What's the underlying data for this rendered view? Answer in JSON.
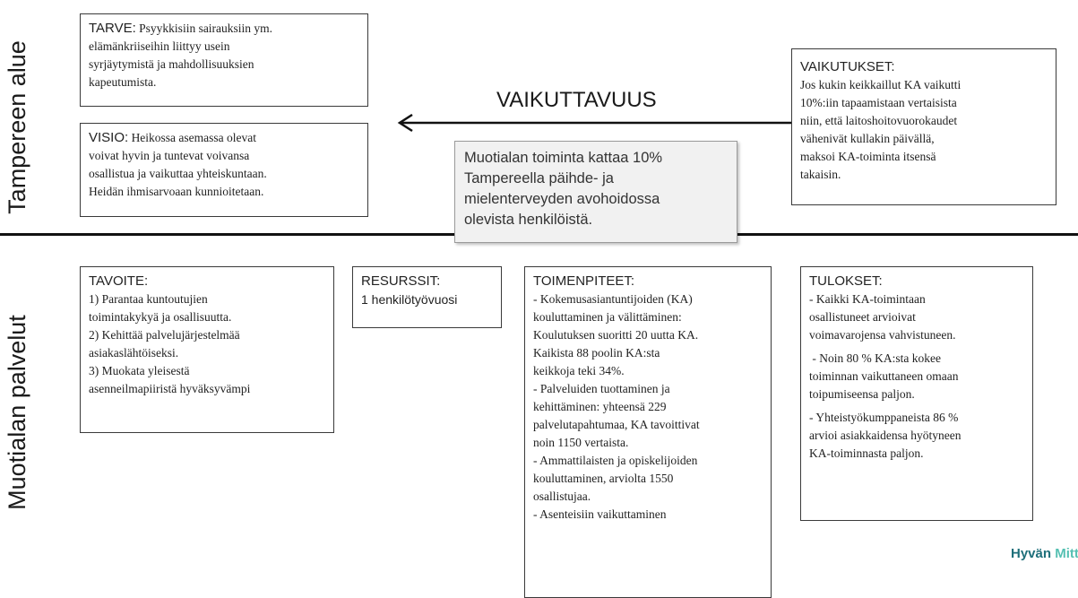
{
  "side_labels": {
    "top": "Tampereen alue",
    "bottom": "Muotialan palvelut"
  },
  "title": "VAIKUTTAVUUS",
  "tarve": {
    "header": "TARVE:",
    "lines": [
      "Psyykkisiin sairauksiin ym.",
      "elämänkriiseihin liittyy usein",
      "syrjäytymistä ja mahdollisuuksien",
      "kapeutumista."
    ]
  },
  "visio": {
    "header": "VISIO:",
    "lines": [
      "Heikossa asemassa olevat",
      "voivat hyvin ja tuntevat voivansa",
      "osallistua ja vaikuttaa yhteiskuntaan.",
      "Heidän ihmisarvoaan kunnioitetaan."
    ]
  },
  "vaikutukset": {
    "header": "VAIKUTUKSET:",
    "lines": [
      "Jos kukin keikkaillut KA vaikutti",
      "10%:iin tapaamistaan vertaisista",
      "niin, että laitoshoitovuorokaudet",
      "vähenivät kullakin päivällä,",
      "maksoi KA-toiminta itsensä",
      "takaisin."
    ]
  },
  "center": {
    "lines": [
      "Muotialan toiminta kattaa 10%",
      "Tampereella päihde- ja",
      "mielenterveyden avohoidossa",
      "olevista henkilöistä."
    ]
  },
  "tavoite": {
    "header": "TAVOITE:",
    "lines": [
      "1) Parantaa kuntoutujien",
      "toimintakykyä ja osallisuutta.",
      "2) Kehittää palvelujärjestelmää",
      "asiakaslähtöiseksi.",
      "3) Muokata yleisestä",
      "asenneilmapiiristä hyväksyvämpi"
    ]
  },
  "resurssit": {
    "header": "RESURSSIT:",
    "value": "1 henkilötyövuosi"
  },
  "toimenpiteet": {
    "header": "TOIMENPITEET:",
    "lines": [
      "- Kokemusasiantuntijoiden (KA)",
      "kouluttaminen ja välittäminen:",
      "Koulutuksen suoritti 20 uutta KA.",
      "Kaikista 88 poolin KA:sta",
      "keikkoja teki 34%.",
      "- Palveluiden tuottaminen ja",
      "kehittäminen: yhteensä 229",
      "palvelutapahtumaa, KA tavoittivat",
      "noin 1150 vertaista.",
      "- Ammattilaisten ja opiskelijoiden",
      "kouluttaminen, arviolta 1550",
      "osallistujaa.",
      "- Asenteisiin vaikuttaminen"
    ]
  },
  "tulokset": {
    "header": "TULOKSET:",
    "items": [
      [
        "- Kaikki KA-toimintaan",
        "osallistuneet arvioivat",
        "voimavarojensa vahvistuneen."
      ],
      [
        " - Noin 80 % KA:sta kokee",
        "toiminnan vaikuttaneen omaan",
        "toipumiseensa paljon."
      ],
      [
        "- Yhteistyökumppaneista 86 %",
        "arvioi asiakkaidensa hyötyneen",
        "KA-toiminnasta paljon."
      ]
    ]
  },
  "logo": {
    "part1": "Hyvän",
    "part2": "Mitta"
  },
  "colors": {
    "divider": "#111111",
    "logo_dark": "#1e6f7a",
    "logo_light": "#56c0b2",
    "center_box_bg": "#f1f1f1"
  }
}
